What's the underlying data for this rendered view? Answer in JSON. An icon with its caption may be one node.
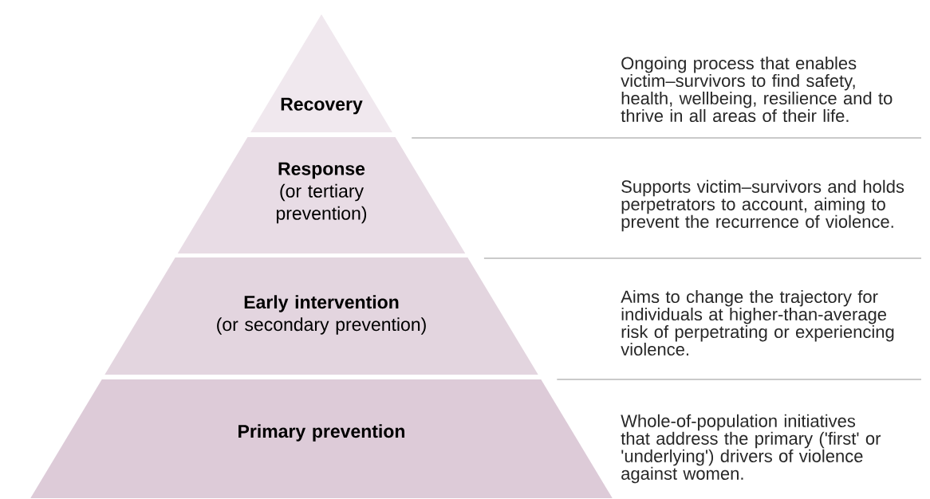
{
  "diagram": {
    "nodes": [
      {
        "text": [
          "Recovery"
        ]
      },
      {
        "text": [
          "Response",
          "(or tertiary prevention)"
        ]
      },
      {
        "text": [
          "Early intervention",
          "(or secondary prevention)"
        ]
      },
      {
        "text": [
          "Primary prevention"
        ]
      }
    ],
    "labels": [
      "Ongoing process that enables victim–survivors to find safety, health, wellbeing, resilience and to thrive in all areas of their life.",
      "Supports victim–survivors and holds perpetrators to account, aiming to prevent the recurrence of violence.",
      "Aims to change the trajectory for individuals at higher-than-average risk of perpetrating or experiencing violence.",
      "Whole-of-population initiatives that address the primary ('first' or 'underlying') drivers of violence against women."
    ]
  }
}
